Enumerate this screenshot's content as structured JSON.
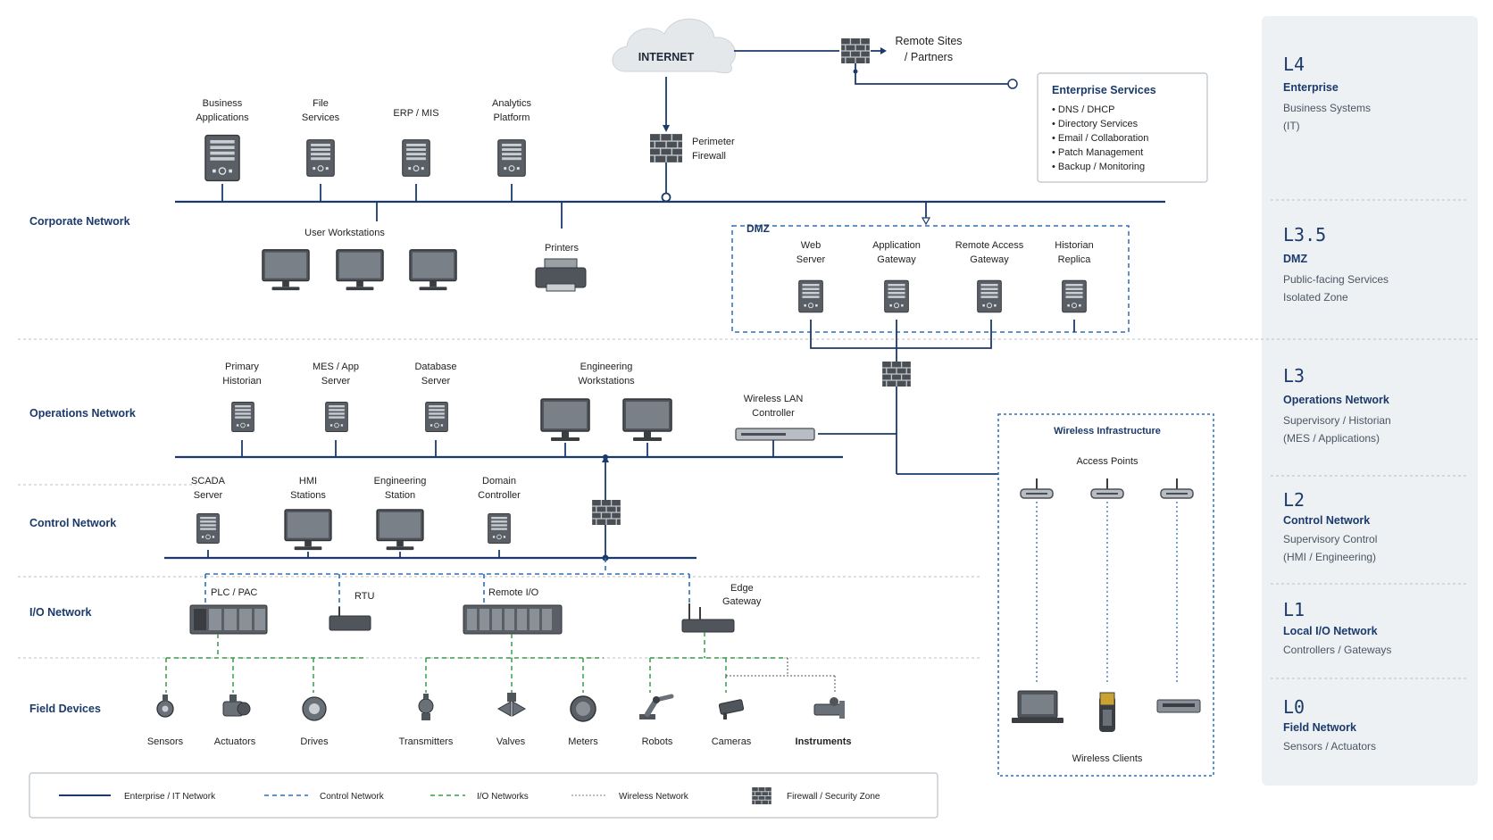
{
  "internet": {
    "label": "INTERNET"
  },
  "remote_sites": {
    "line1": "Remote Sites",
    "line2": "/ Partners"
  },
  "perimeter_firewall": {
    "line1": "Perimeter",
    "line2": "Firewall"
  },
  "enterprise_services": {
    "title": "Enterprise Services",
    "items": [
      "DNS / DHCP",
      "Directory Services",
      "Email / Collaboration",
      "Patch Management",
      "Backup / Monitoring"
    ]
  },
  "corporate": {
    "label": "Corporate Network",
    "servers": [
      {
        "line1": "Business",
        "line2": "Applications"
      },
      {
        "line1": "File",
        "line2": "Services"
      },
      {
        "line1": "ERP / MIS",
        "line2": ""
      },
      {
        "line1": "Analytics",
        "line2": "Platform"
      }
    ],
    "workstations": "User Workstations",
    "printers": "Printers"
  },
  "dmz": {
    "label": "DMZ",
    "servers": [
      {
        "line1": "Web",
        "line2": "Server"
      },
      {
        "line1": "Application",
        "line2": "Gateway"
      },
      {
        "line1": "Remote Access",
        "line2": "Gateway"
      },
      {
        "line1": "Historian",
        "line2": "Replica"
      }
    ]
  },
  "operations": {
    "label": "Operations Network",
    "servers": [
      {
        "line1": "Primary",
        "line2": "Historian"
      },
      {
        "line1": "MES / App",
        "line2": "Server"
      },
      {
        "line1": "Database",
        "line2": "Server"
      }
    ],
    "eng_ws": {
      "line1": "Engineering",
      "line2": "Workstations"
    },
    "wlc": {
      "line1": "Wireless LAN",
      "line2": "Controller"
    }
  },
  "control": {
    "label": "Control Network",
    "items": [
      {
        "line1": "SCADA",
        "line2": "Server"
      },
      {
        "line1": "HMI",
        "line2": "Stations"
      },
      {
        "line1": "Engineering",
        "line2": "Station"
      },
      {
        "line1": "Domain",
        "line2": "Controller"
      }
    ]
  },
  "io": {
    "label": "I/O Network",
    "plc": "PLC / PAC",
    "rtu": "RTU",
    "remote_io": "Remote I/O",
    "edge": {
      "line1": "Edge",
      "line2": "Gateway"
    }
  },
  "field": {
    "label": "Field Devices",
    "devices": [
      "Sensors",
      "Actuators",
      "Drives",
      "Transmitters",
      "Valves",
      "Meters",
      "Robots",
      "Cameras",
      "Instruments"
    ]
  },
  "wireless": {
    "title": "Wireless Infrastructure",
    "access_points": "Access Points",
    "clients": "Wireless Clients"
  },
  "levels": [
    {
      "code": "L4",
      "name": "Enterprise",
      "desc1": "Business Systems",
      "desc2": "(IT)"
    },
    {
      "code": "L3.5",
      "name": "DMZ",
      "desc1": "Public-facing Services",
      "desc2": "Isolated Zone"
    },
    {
      "code": "L3",
      "name": "Operations Network",
      "desc1": "Supervisory / Historian",
      "desc2": "(MES / Applications)"
    },
    {
      "code": "L2",
      "name": "Control Network",
      "desc1": "Supervisory Control",
      "desc2": "(HMI / Engineering)"
    },
    {
      "code": "L1",
      "name": "Local I/O Network",
      "desc1": "Controllers / Gateways",
      "desc2": ""
    },
    {
      "code": "L0",
      "name": "Field Network",
      "desc1": "Sensors / Actuators",
      "desc2": ""
    }
  ],
  "legend": [
    "Enterprise / IT Network",
    "Control Network",
    "I/O Networks",
    "Wireless Network",
    "Firewall / Security Zone"
  ],
  "colors": {
    "navy": "#1b3a6b",
    "control_blue": "#2d6fb5",
    "io_green": "#3a9a4a",
    "wireless_gray": "#9aa0a6",
    "panel_bg": "#eef1f4"
  }
}
